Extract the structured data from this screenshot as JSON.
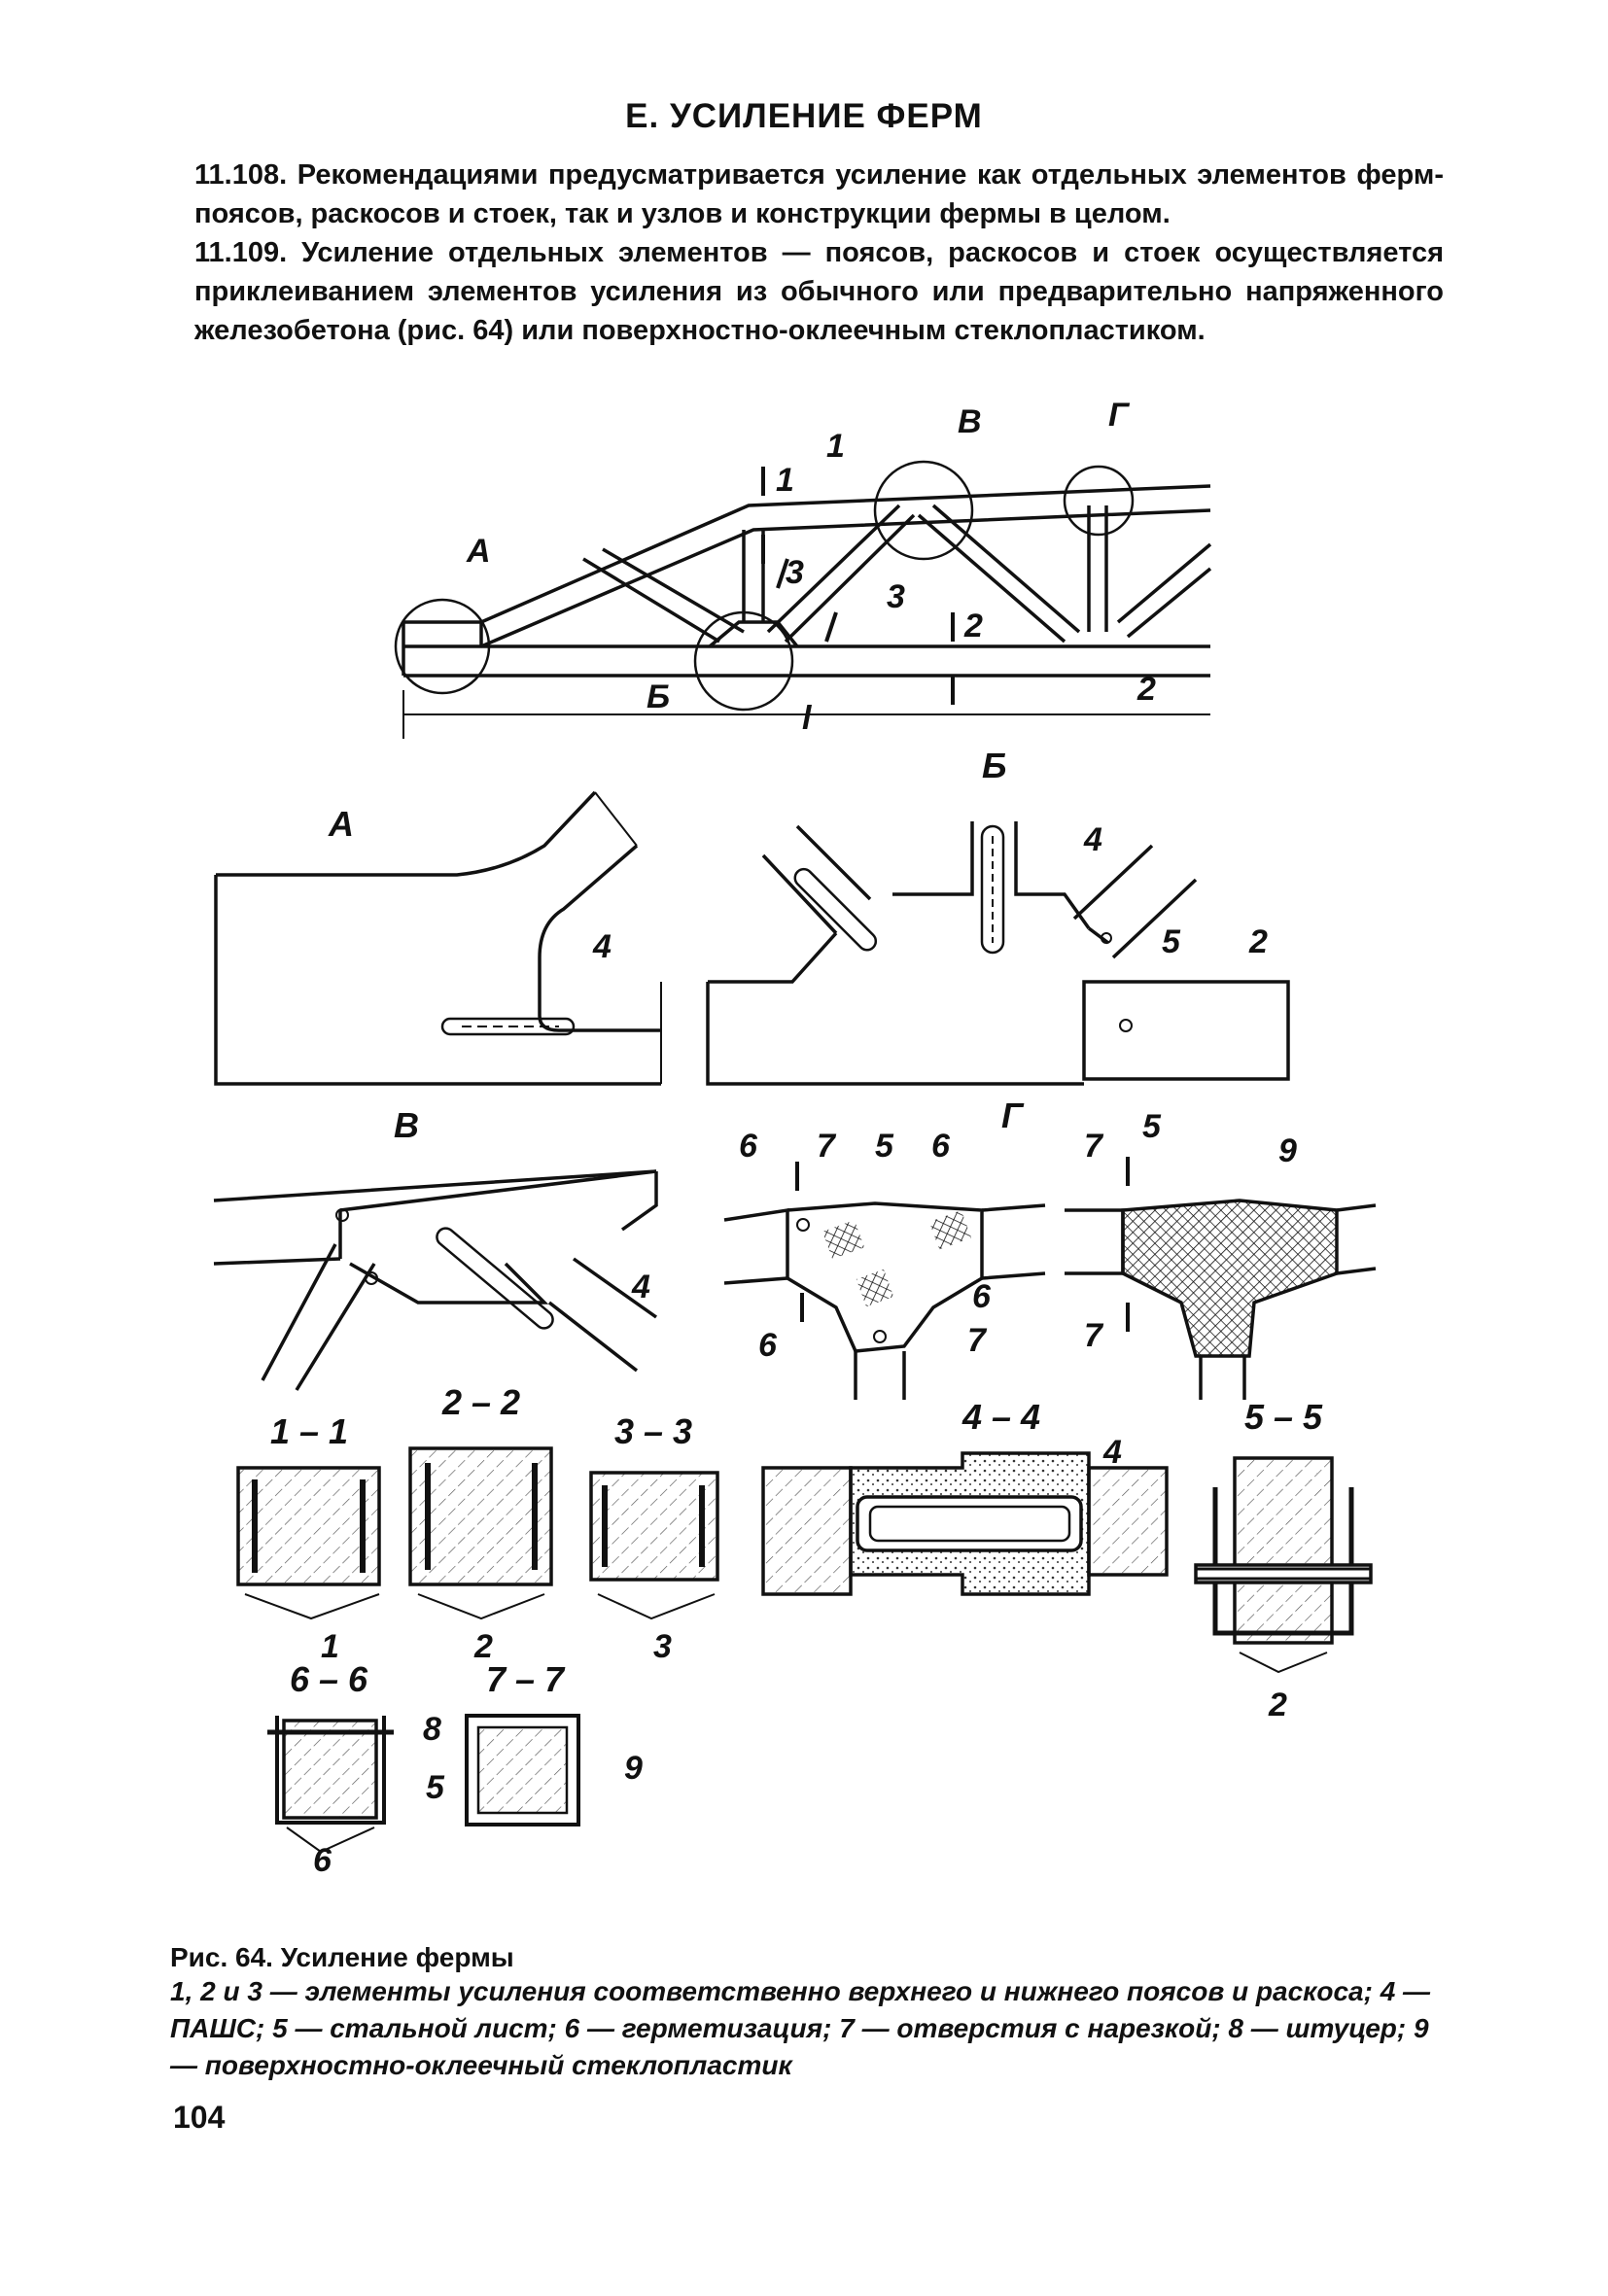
{
  "heading": "Е. УСИЛЕНИЕ ФЕРМ",
  "paragraphs": [
    {
      "num": "11.108.",
      "text": " Рекомендациями предусматривается усиление как отдельных элементов ферм-поясов, раскосов и стоек, так и узлов и конструкции фермы в целом."
    },
    {
      "num": "11.109.",
      "text": " Усиление отдельных элементов — поясов, раскосов и стоек осуществляется приклеиванием элементов усиления из обычного или предварительно напряженного железобетона (рис. 64) или поверхностно-оклеечным стеклопластиком."
    }
  ],
  "figure": {
    "truss_labels": {
      "A": "А",
      "B": "Б",
      "V": "В",
      "G": "Г",
      "span": "l",
      "n1": "1",
      "n2": "2",
      "n3": "3",
      "cut1": "1",
      "cut2": "2",
      "cut3": "3"
    },
    "details": {
      "A": "А",
      "B": "Б",
      "V": "В",
      "G": "Г",
      "n2": "2",
      "n4": "4",
      "n5": "5",
      "n6": "6",
      "n7": "7",
      "n9": "9",
      "n8": "8"
    },
    "sections": {
      "s11": "1 – 1",
      "s22": "2 – 2",
      "s33": "3 – 3",
      "s44": "4 – 4",
      "s55": "5 – 5",
      "s66": "6 – 6",
      "s77": "7 – 7"
    }
  },
  "caption": {
    "title": "Рис. 64. Усиление фермы",
    "text": "1, 2 и 3 — элементы усиления соответственно верхнего и нижнего поясов и раскоса; 4 — ПАШС; 5 — стальной лист; 6 — герметизация; 7 — отверстия с нарезкой; 8 — штуцер; 9 — поверхностно-оклеечный стеклопластик"
  },
  "page_number": "104"
}
